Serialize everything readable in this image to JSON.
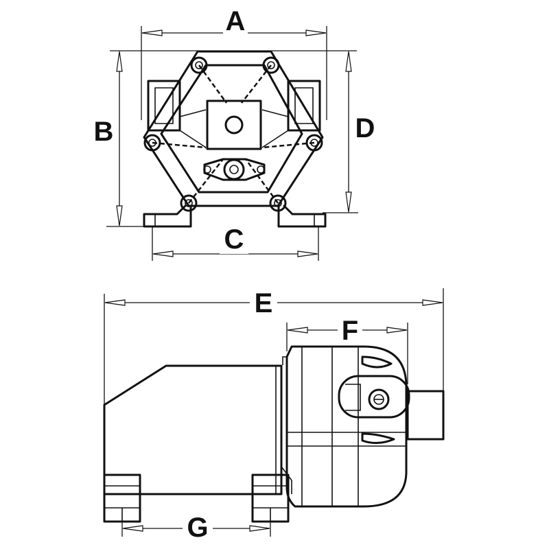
{
  "dimension_labels": {
    "a": "A",
    "b": "B",
    "c": "C",
    "d": "D",
    "e": "E",
    "f": "F",
    "g": "G"
  }
}
